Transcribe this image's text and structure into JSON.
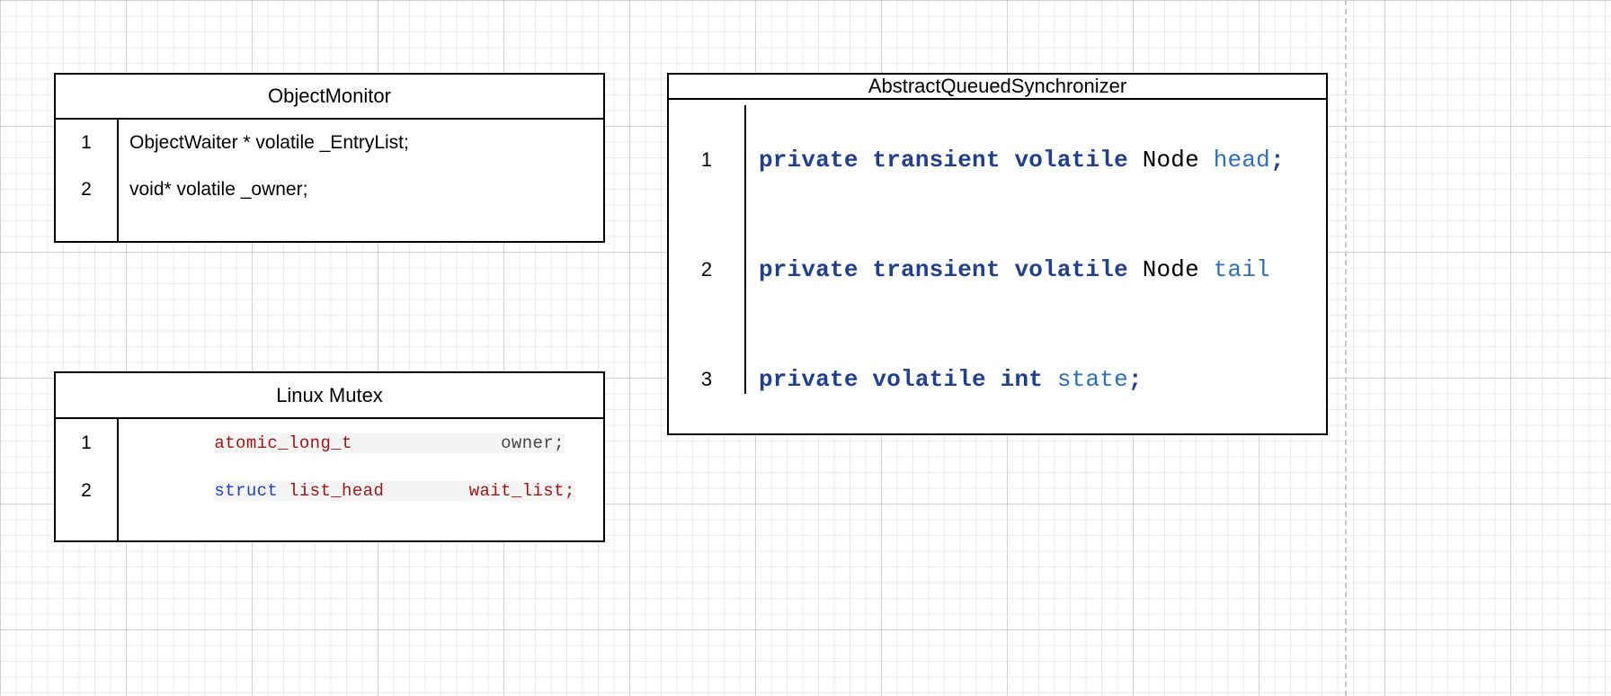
{
  "diagram": {
    "background": "#ffffff",
    "grid_color": "#b4bec8",
    "border_color": "#000000",
    "page_break_guide": true
  },
  "colors": {
    "modifier_navy": "#1f3f8f",
    "variable_blue": "#2c6fbb",
    "type_red": "#a31515",
    "keyword_blue": "#2041c8",
    "plain_gray": "#444444",
    "text_black": "#000000",
    "highlight_bg": "#f4f4f4"
  },
  "boxes": {
    "object_monitor": {
      "title": "ObjectMonitor",
      "rows": [
        {
          "num": "1",
          "text": "ObjectWaiter * volatile _EntryList;"
        },
        {
          "num": "2",
          "text": "void* volatile _owner;"
        }
      ]
    },
    "linux_mutex": {
      "title": "Linux Mutex",
      "rows": [
        {
          "num": "1",
          "tokens": [
            {
              "t": "atomic_long_t",
              "c": "type_red"
            },
            {
              "t": "              ",
              "c": "plain_gray"
            },
            {
              "t": "owner;",
              "c": "plain_gray"
            }
          ],
          "plain": "atomic_long_t              owner;"
        },
        {
          "num": "2",
          "tokens": [
            {
              "t": "struct",
              "c": "keyword_blue"
            },
            {
              "t": " ",
              "c": "plain_gray"
            },
            {
              "t": "list_head",
              "c": "type_red"
            },
            {
              "t": "        ",
              "c": "plain_gray"
            },
            {
              "t": "wait_list;",
              "c": "type_red"
            }
          ],
          "plain": "struct list_head        wait_list;"
        }
      ]
    },
    "abstract_queued_synchronizer": {
      "title": "AbstractQueuedSynchronizer",
      "rows": [
        {
          "num": "1",
          "modifiers": "private transient volatile",
          "type": "Node",
          "variable": "head",
          "terminator": ";",
          "plain": "private transient volatile Node head;"
        },
        {
          "num": "2",
          "modifiers": "private transient volatile",
          "type": "Node",
          "variable": "tail",
          "terminator": "",
          "plain": "private transient volatile Node tail"
        },
        {
          "num": "3",
          "modifiers": "private volatile int",
          "type": "",
          "variable": "state",
          "terminator": ";",
          "plain": "private volatile int state;"
        }
      ]
    }
  }
}
